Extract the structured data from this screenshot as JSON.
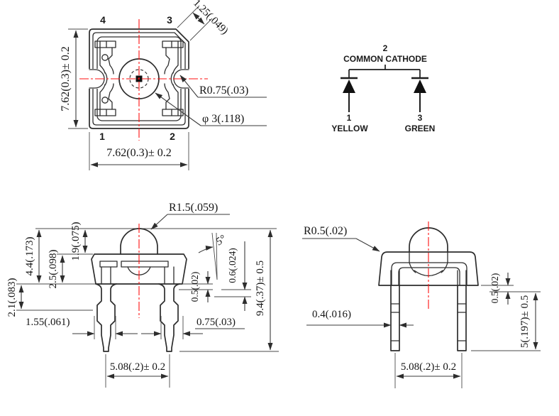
{
  "colors": {
    "line": "#2d2d2d",
    "dim_line": "#3a3a3a",
    "centerline_red": "#ff1010",
    "pin_yellow_orange": "#f26522",
    "pin_green": "#2db56e",
    "chip_black": "#111111"
  },
  "top_view": {
    "pins": {
      "p4": "4",
      "p3": "3",
      "p1": "1",
      "p2": "2"
    },
    "dim_height": "7.62(0.3)± 0.2",
    "dim_width": "7.62(0.3)± 0.2",
    "dim_corner": "1.25(.049)",
    "dim_notch_radius": "R0.75(.03)",
    "dim_lens_diameter": "φ 3(.118)"
  },
  "schematic": {
    "pin2": "2",
    "title": "COMMON CATHODE",
    "pin1": "1",
    "pin1_color": "YELLOW",
    "pin3": "3",
    "pin3_color": "GREEN"
  },
  "front_view": {
    "dim_dome_radius": "R1.5(.059)",
    "dim_angle": "5°",
    "dim_1_9": "1.9(.075)",
    "dim_2_5": "2.5(.098)",
    "dim_4_4": "4.4(.173)",
    "dim_2_1": "2.1(.083)",
    "dim_1_55": "1.55(.061)",
    "dim_0_5": "0.5(.02)",
    "dim_0_6": "0.6(.024)",
    "dim_0_75": "0.75(.03)",
    "dim_height": "9.4(.37)± 0.5",
    "dim_pitch": "5.08(.2)± 0.2"
  },
  "side_view": {
    "dim_corner_radius": "R0.5(.02)",
    "dim_lead_thickness": "0.4(.016)",
    "dim_standoff": "0.5(.02)",
    "dim_lead_length": "5(.197)± 0.5",
    "dim_pitch": "5.08(.2)± 0.2"
  }
}
